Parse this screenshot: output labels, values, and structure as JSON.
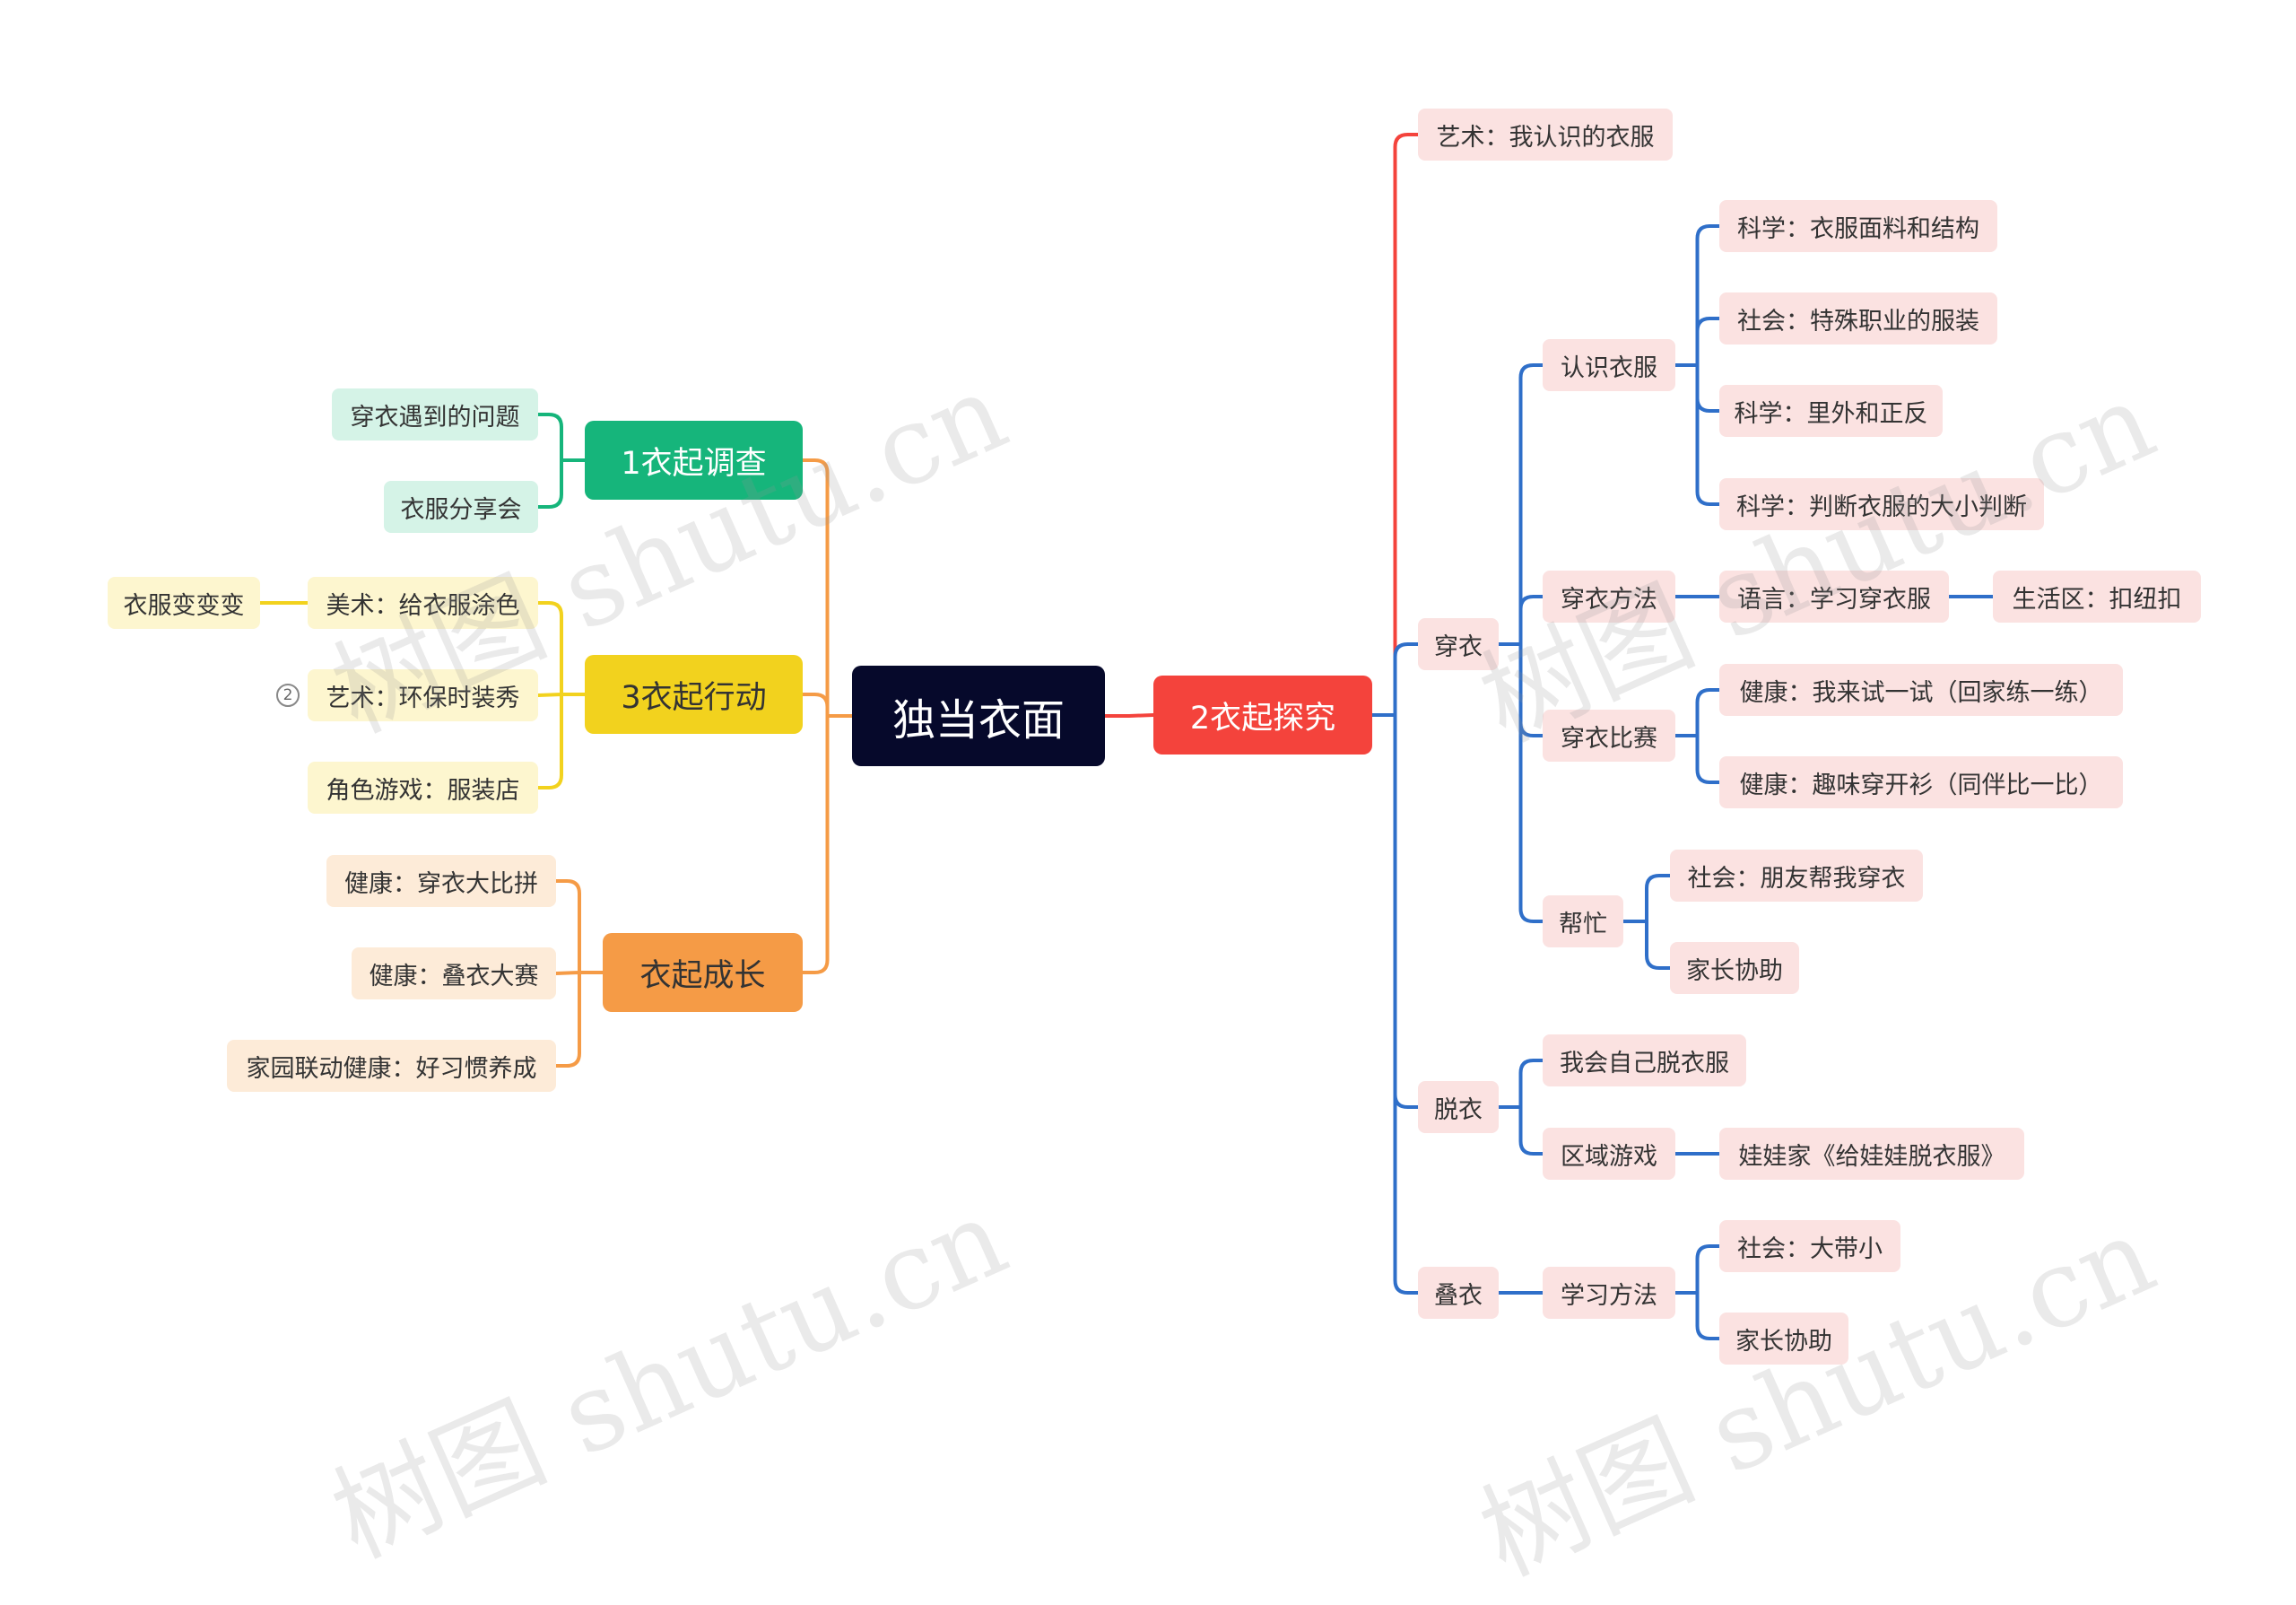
{
  "root": "独当衣面",
  "watermark": "树图 shutu.cn",
  "colors": {
    "red": "#f4433c",
    "blue": "#2f6fc9",
    "green": "#16b57b",
    "yellow": "#f2d21e",
    "orange": "#f59b46",
    "redFill": "#fbe2e1",
    "greenFill": "#d5f3e7",
    "yellowFill": "#fdf6cf",
    "orangeFill": "#fdebd8"
  },
  "branches": {
    "b1": "1衣起调查",
    "b1_c1": "穿衣遇到的问题",
    "b1_c2": "衣服分享会",
    "b3": "3衣起行动",
    "b3_c1": "美术：给衣服涂色",
    "b3_c1_c1": "衣服变变变",
    "b3_c2": "艺术：环保时装秀",
    "b3_c2_badge": "2",
    "b3_c3": "角色游戏：服装店",
    "b4": "衣起成长",
    "b4_c1": "健康：穿衣大比拼",
    "b4_c2": "健康：叠衣大赛",
    "b4_c3": "家园联动健康：好习惯养成",
    "b2": "2衣起探究",
    "b2_c1": "艺术：我认识的衣服",
    "b2_c2": "穿衣",
    "b2_c2_c1": "认识衣服",
    "b2_c2_c1_c1": "科学：衣服面料和结构",
    "b2_c2_c1_c2": "社会：特殊职业的服装",
    "b2_c2_c1_c3": "科学：里外和正反",
    "b2_c2_c1_c4": "科学：判断衣服的大小判断",
    "b2_c2_c2": "穿衣方法",
    "b2_c2_c2_c1": "语言：学习穿衣服",
    "b2_c2_c2_c1_c1": "生活区：扣纽扣",
    "b2_c2_c3": "穿衣比赛",
    "b2_c2_c3_c1": "健康：我来试一试（回家练一练）",
    "b2_c2_c3_c2": "健康：趣味穿开衫（同伴比一比）",
    "b2_c2_c4": "帮忙",
    "b2_c2_c4_c1": "社会：朋友帮我穿衣",
    "b2_c2_c4_c2": "家长协助",
    "b2_c3": "脱衣",
    "b2_c3_c1": "我会自己脱衣服",
    "b2_c3_c2": "区域游戏",
    "b2_c3_c2_c1": "娃娃家《给娃娃脱衣服》",
    "b2_c4": "叠衣",
    "b2_c4_c1": "学习方法",
    "b2_c4_c1_c1": "社会：大带小",
    "b2_c4_c1_c2": "家长协助"
  }
}
